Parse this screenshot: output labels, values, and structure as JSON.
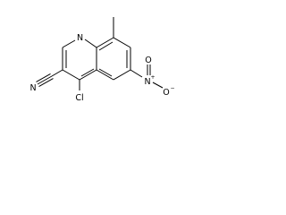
{
  "molecule": {
    "atoms": {
      "ring_n": "N",
      "cyano_n": "N",
      "chlorine": "Cl",
      "nitro_n": "N",
      "nitro_o_top": "O",
      "nitro_o_right": "O",
      "nitro_plus": "+",
      "nitro_minus": "−"
    }
  }
}
